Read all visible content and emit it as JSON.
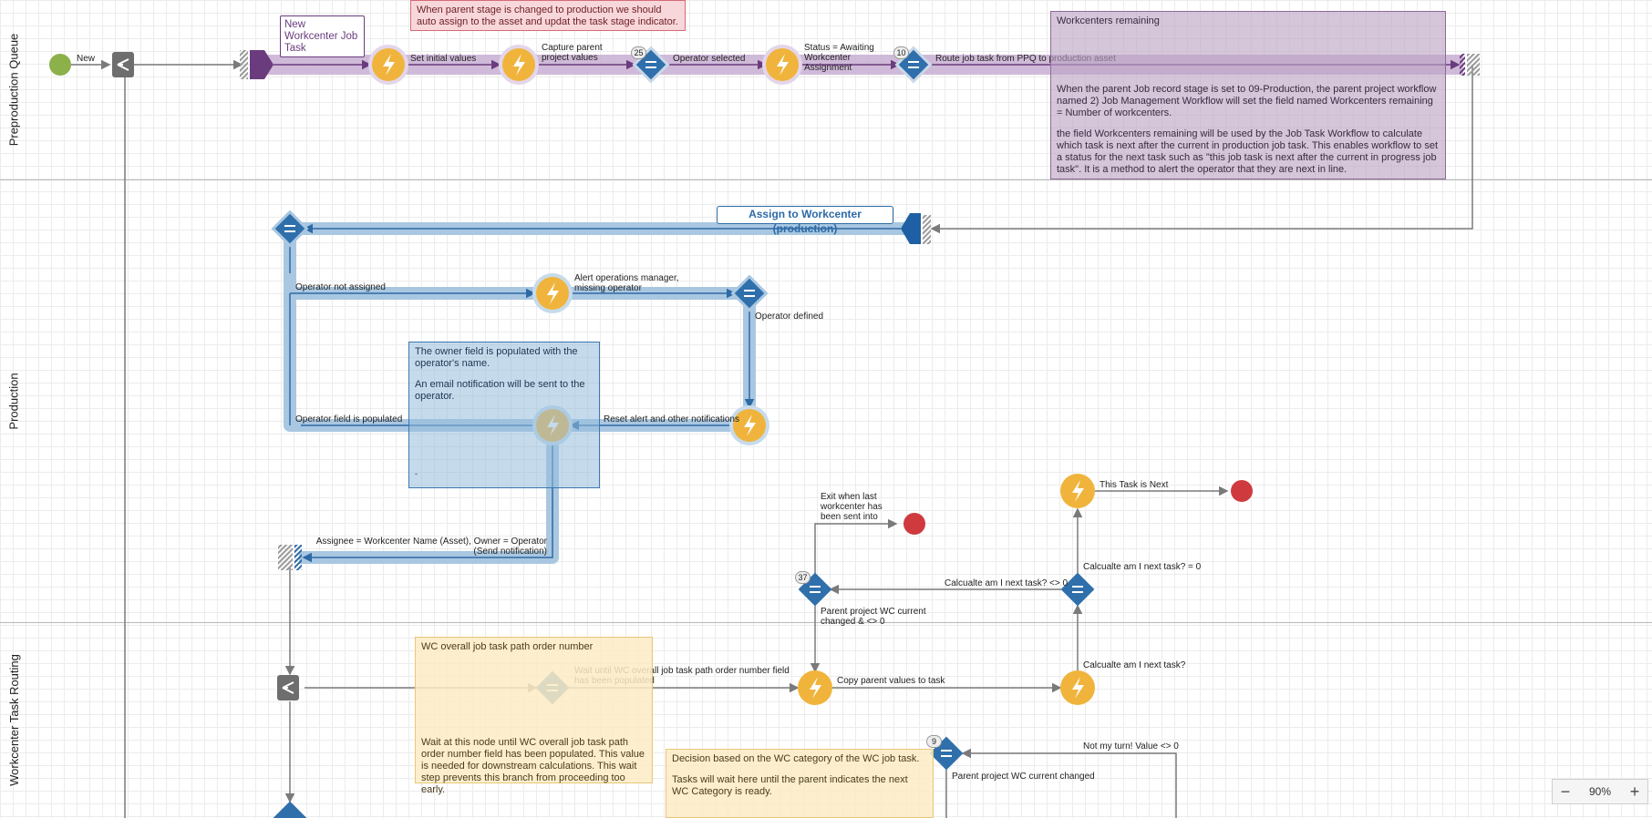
{
  "lanes": [
    "Preproduction Queue",
    "Production",
    "Workcenter Task Routing"
  ],
  "start_label": "New",
  "start_box": "New Workcenter Job Task",
  "assign_box": "Assign to Workcenter (production)",
  "badges": [
    "25",
    "10",
    "37",
    "9"
  ],
  "labels": {
    "set_initial": "Set initial values",
    "capture_parent": "Capture parent project values",
    "operator_selected": "Operator selected",
    "status_awaiting": "Status = Awaiting Workcenter Assignment",
    "route_job": "Route job task from PPQ to production asset",
    "operator_not_assigned": "Operator not assigned",
    "alert_ops": "Alert operations manager, missing operator",
    "operator_defined": "Operator defined",
    "operator_populated": "Operator field is populated",
    "reset_alert": "Reset alert and other notifications",
    "assignee": "Assignee = Workcenter Name (Asset), Owner = Operator (Send notification)",
    "exit_last": "Exit when last workcenter has been sent into",
    "task_next": "This Task is Next",
    "calc_ne0": "Calcualte am I next task? <> 0",
    "calc_eq0": "Calcualte am I next task? = 0",
    "parent_changed_ne0": "Parent project WC current changed & <> 0",
    "wait_until": "Wait until WC overall job task path order number field has been populated",
    "copy_parent": "Copy parent values to task",
    "calc_next": "Calcualte am I next task?",
    "not_my_turn": "Not my turn! Value <> 0",
    "parent_changed": "Parent project WC current changed"
  },
  "notes": {
    "pink": "When parent stage is changed to production we should auto assign to the asset and updat the task stage indicator.",
    "purple_title": "Workcenters remaining",
    "purple_p1": "When the parent Job record stage is set to 09-Production, the parent project workflow named 2) Job Management Workflow will set the field named Workcenters remaining = Number of workcenters.",
    "purple_p2": "the field Workcenters remaining will be used by the Job Task Workflow to calculate which task is next after the current in production job task. This enables workflow to set a status for the next task such as \"this job task is next after the current in progress job task\". It is a method to alert the operator that they are next in line.",
    "blue_p1": "The owner field is populated with the operator's name.",
    "blue_p2": "An email notification will be sent to the operator.",
    "blue_p3": "-",
    "yellow1_title": "WC overall job task path order number",
    "yellow1_body": "Wait at this node until WC overall job task path order number field has been populated. This value is needed for downstream calculations. This wait step prevents this branch from proceeding too early.",
    "yellow2_p1": "Decision based on the WC category of the WC job task.",
    "yellow2_p2": "Tasks will wait here until the parent indicates the next WC Category is ready."
  },
  "zoom": {
    "minus": "−",
    "value": "90%",
    "plus": "+"
  },
  "colors": {
    "action": "#f0b43c",
    "decision": "#2f6fab",
    "start": "#8cb04a",
    "end": "#cf3a3f",
    "lane_highlight": "#a9c7e1",
    "preprod_highlight": "#cbb3d5"
  }
}
